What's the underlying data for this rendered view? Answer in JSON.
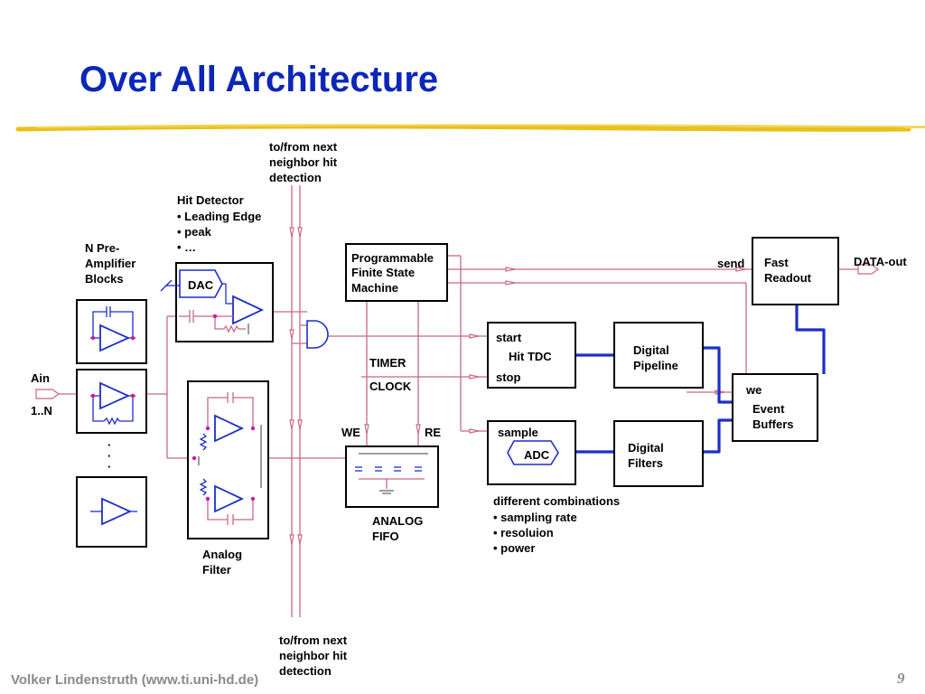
{
  "title": "Over All Architecture",
  "footer": "Volker Lindenstruth (www.ti.uni-hd.de)",
  "page_number": "9",
  "colors": {
    "title": "#0b27b8",
    "wire": "#c8688a",
    "bus": "#1d2fc9",
    "rule": "#e8c21a"
  },
  "labels": {
    "neighbor_top": [
      "to/from next",
      "neighbor hit",
      "detection"
    ],
    "neighbor_bottom": [
      "to/from next",
      "neighbor hit",
      "detection"
    ],
    "hit_detector": [
      "Hit Detector",
      "• Leading Edge",
      "• peak",
      "• …"
    ],
    "preamp": [
      "N Pre-",
      "Amplifier",
      "Blocks"
    ],
    "ain": [
      "Ain",
      "1..N"
    ],
    "dac": "DAC",
    "pfsm": [
      "Programmable",
      "Finite State",
      "Machine"
    ],
    "send": "send",
    "fast_readout": [
      "Fast",
      "Readout"
    ],
    "data_out": "DATA-out",
    "start": "start",
    "hit_tdc": "Hit TDC",
    "stop": "stop",
    "timer": "TIMER",
    "clock": "CLOCK",
    "digital_pipeline": [
      "Digital",
      "Pipeline"
    ],
    "we_small": "we",
    "event_buffers": [
      "Event",
      "Buffers"
    ],
    "we": "WE",
    "re": "RE",
    "sample": "sample",
    "adc": "ADC",
    "digital_filters": [
      "Digital",
      "Filters"
    ],
    "combinations": [
      "different combinations",
      "• sampling rate",
      "• resoluion",
      "• power"
    ],
    "analog_fifo": [
      "ANALOG",
      "FIFO"
    ],
    "analog_filter": [
      "Analog",
      "Filter"
    ],
    "ellipsis": [
      "·",
      "·",
      "·"
    ]
  }
}
